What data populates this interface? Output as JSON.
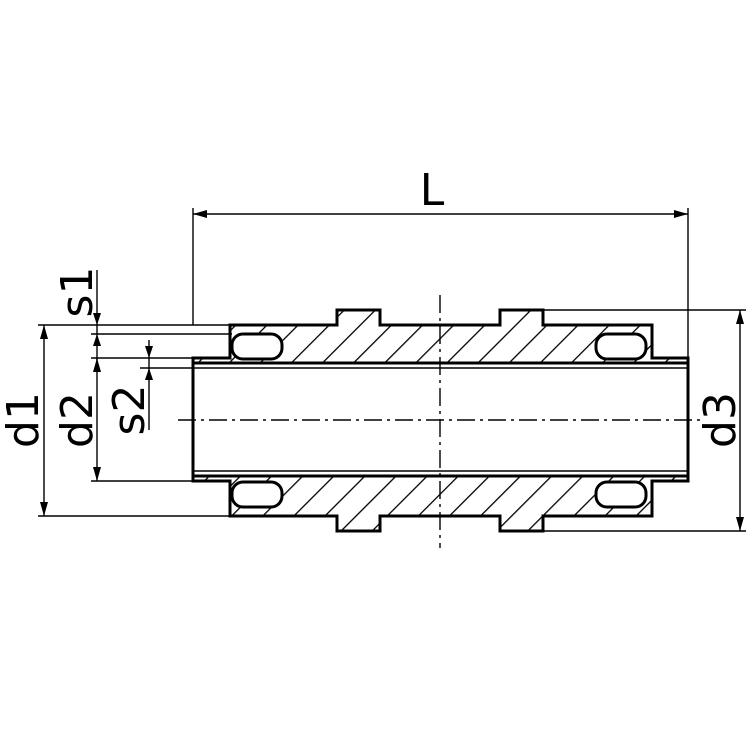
{
  "drawing": {
    "labels": {
      "length": "L",
      "d1": "d1",
      "d2": "d2",
      "d3": "d3",
      "s1": "s1",
      "s2": "s2"
    },
    "colors": {
      "line": "#000000",
      "background": "#ffffff"
    }
  }
}
